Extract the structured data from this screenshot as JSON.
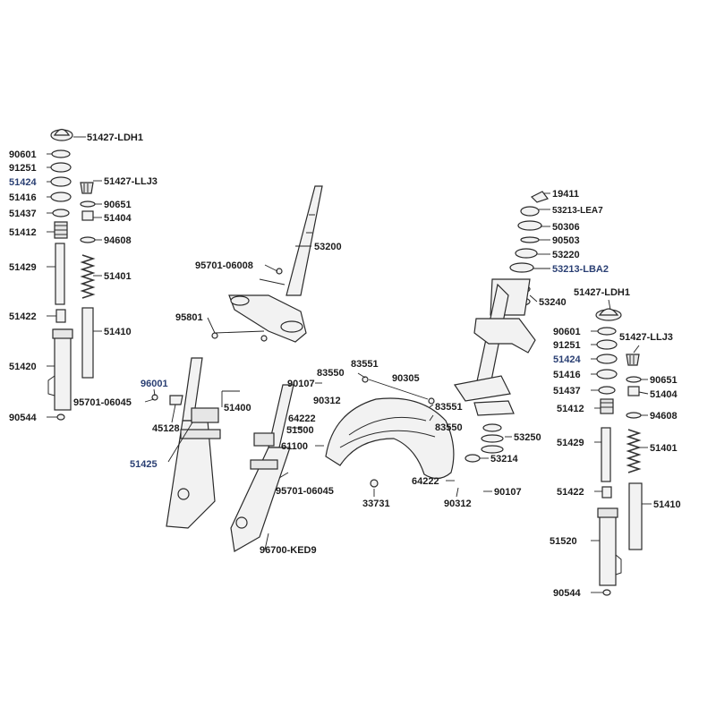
{
  "labels": {
    "l1": "51427-LDH1",
    "l2": "90601",
    "l3": "91251",
    "l4": "51424",
    "l5": "51416",
    "l6": "51437",
    "l7": "51412",
    "l8": "51429",
    "l9": "51422",
    "l10": "51420",
    "l11": "90544",
    "l12": "51427-LLJ3",
    "l13": "90651",
    "l14": "51404",
    "l15": "94608",
    "l16": "51401",
    "l17": "51410",
    "l18": "95701-06008",
    "l19": "53200",
    "l20": "95801",
    "l21": "96001",
    "l22": "95701-06045",
    "l23": "45128",
    "l24": "51425",
    "l25": "51400",
    "l26": "90107",
    "l27": "90312",
    "l28": "64222",
    "l29": "51500",
    "l30": "61100",
    "l31": "95701-06045",
    "l32": "96700-KED9",
    "l33": "83550",
    "l34": "83551",
    "l35": "90305",
    "l36": "83551",
    "l37": "83550",
    "l38": "33731",
    "l39": "64222",
    "l40": "90312",
    "l41": "90107",
    "l42": "19411",
    "l43": "53213-LEA7",
    "l44": "50306",
    "l45": "90503",
    "l46": "53220",
    "l47": "53213-LBA2",
    "l48": "53240",
    "l49": "51427-LDH1",
    "l50": "90601",
    "l51": "91251",
    "l52": "51424",
    "l53": "51416",
    "l54": "51437",
    "l55": "51412",
    "l56": "51429",
    "l57": "51422",
    "l58": "51520",
    "l59": "90544",
    "l60": "51427-LLJ3",
    "l61": "90651",
    "l62": "51404",
    "l63": "94608",
    "l64": "51401",
    "l65": "51410",
    "l66": "53250",
    "l67": "53214"
  },
  "colors": {
    "highlight_label": "#2a3f73",
    "ink": "#1c1c1c"
  }
}
